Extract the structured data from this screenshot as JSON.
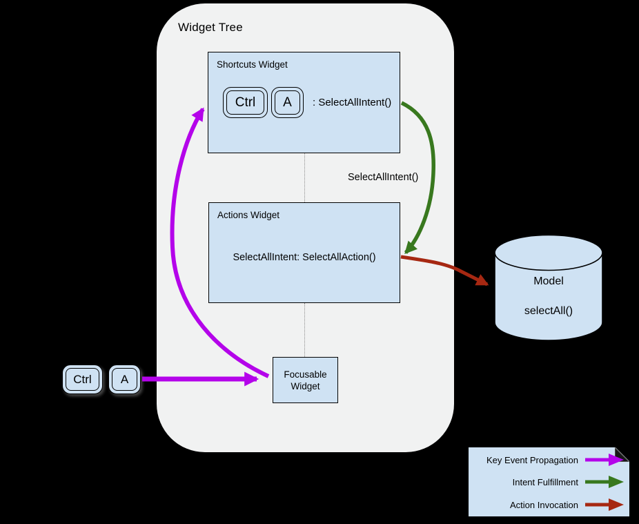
{
  "widget_tree": {
    "title": "Widget Tree"
  },
  "shortcuts_widget": {
    "label": "Shortcuts Widget",
    "keys": [
      "Ctrl",
      "A"
    ],
    "binding": ": SelectAllIntent()"
  },
  "actions_widget": {
    "label": "Actions Widget",
    "mapping": "SelectAllIntent: SelectAllAction()"
  },
  "focusable_widget": {
    "label": "Focusable Widget"
  },
  "intent_flow_label": "SelectAllIntent()",
  "model": {
    "title": "Model",
    "method": "selectAll()"
  },
  "input_keys": [
    "Ctrl",
    "A"
  ],
  "legend": {
    "items": [
      {
        "label": "Key Event Propagation",
        "color": "#B404EA"
      },
      {
        "label": "Intent Fulfillment",
        "color": "#38781E"
      },
      {
        "label": "Action Invocation",
        "color": "#A62812"
      }
    ]
  },
  "colors": {
    "key_event": "#B404EA",
    "intent": "#38781E",
    "action": "#A62812",
    "node_fill": "#cfe2f3",
    "container_fill": "#f1f2f2",
    "background": "#000000"
  }
}
